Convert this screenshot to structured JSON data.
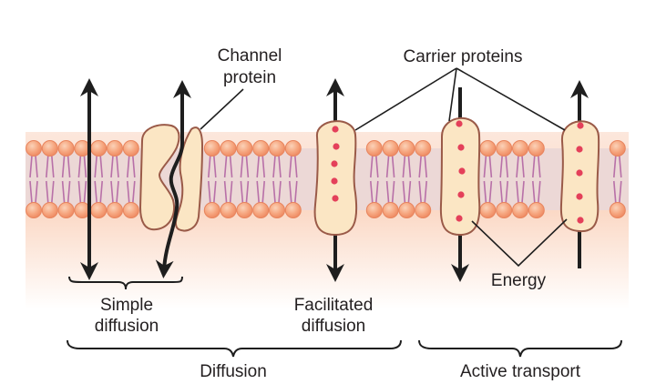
{
  "title": "Membrane transport mechanisms",
  "labels": {
    "channel_protein": [
      "Channel",
      "protein"
    ],
    "carrier_proteins": "Carrier proteins",
    "energy": "Energy",
    "simple_diffusion": [
      "Simple",
      "diffusion"
    ],
    "facilitated_diffusion": [
      "Facilitated",
      "diffusion"
    ],
    "diffusion": "Diffusion",
    "active_transport": "Active transport"
  },
  "colors": {
    "head_fill": "#f4a27e",
    "head_stroke": "#e8855e",
    "tail": "#b870a8",
    "membrane_core": "#ecd8d6",
    "protein_fill": "#fbe6c4",
    "protein_stroke": "#9a5a48",
    "carrier_dot": "#e4405a",
    "arrow": "#1e1e1e",
    "text": "#231f20",
    "bg_top": "#fbe3d6",
    "bg_bottom": "#ffffff"
  }
}
